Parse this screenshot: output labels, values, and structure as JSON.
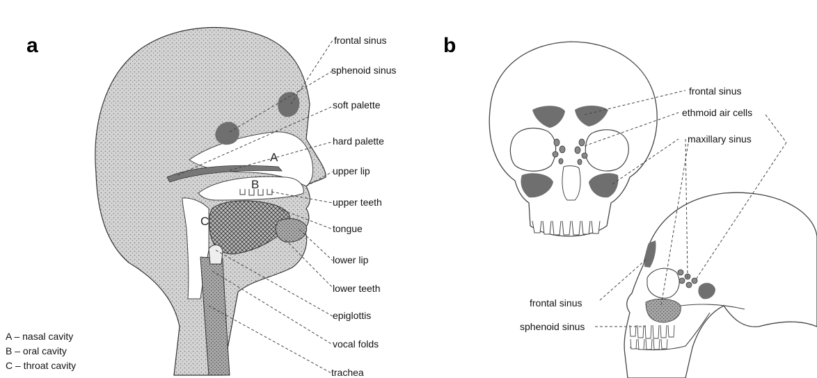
{
  "panel_a": {
    "letter": "a",
    "region_labels": [
      "A",
      "B",
      "C"
    ],
    "labels": [
      "frontal sinus",
      "sphenoid sinus",
      "soft palette",
      "hard palette",
      "upper lip",
      "upper teeth",
      "tongue",
      "lower lip",
      "lower teeth",
      "epiglottis",
      "vocal folds",
      "trachea"
    ],
    "legend": [
      "A – nasal cavity",
      "B – oral cavity",
      "C – throat cavity"
    ]
  },
  "panel_b": {
    "letter": "b",
    "labels_right": [
      "frontal sinus",
      "ethmoid air cells",
      "maxillary sinus"
    ],
    "labels_left": [
      "frontal sinus",
      "sphenoid sinus"
    ]
  },
  "colors": {
    "tissue": "#bdbdbd",
    "sinus": "#6f6f6f",
    "ink": "#111111"
  }
}
